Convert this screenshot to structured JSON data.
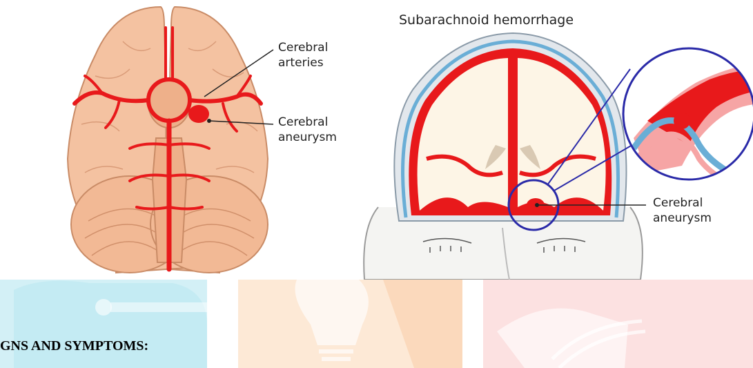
{
  "figure": {
    "left_panel": {
      "label_arteries": [
        "Cerebral",
        "arteries"
      ],
      "label_aneurysm": [
        "Cerebral",
        "aneurysm"
      ]
    },
    "right_panel": {
      "title": "Subarachnoid hemorrhage",
      "label_aneurysm": [
        "Cerebral",
        "aneurysm"
      ]
    }
  },
  "section_heading": "GNS AND SYMPTOMS:",
  "colors": {
    "brain": "#f4c2a1",
    "brain_dark": "#e6a37f",
    "artery": "#e8191b",
    "csf_blue": "#6aaed6",
    "wm_cyan": "#c8ecf3",
    "wm_orange": "#fde6cf",
    "wm_red": "#fadcdc"
  }
}
